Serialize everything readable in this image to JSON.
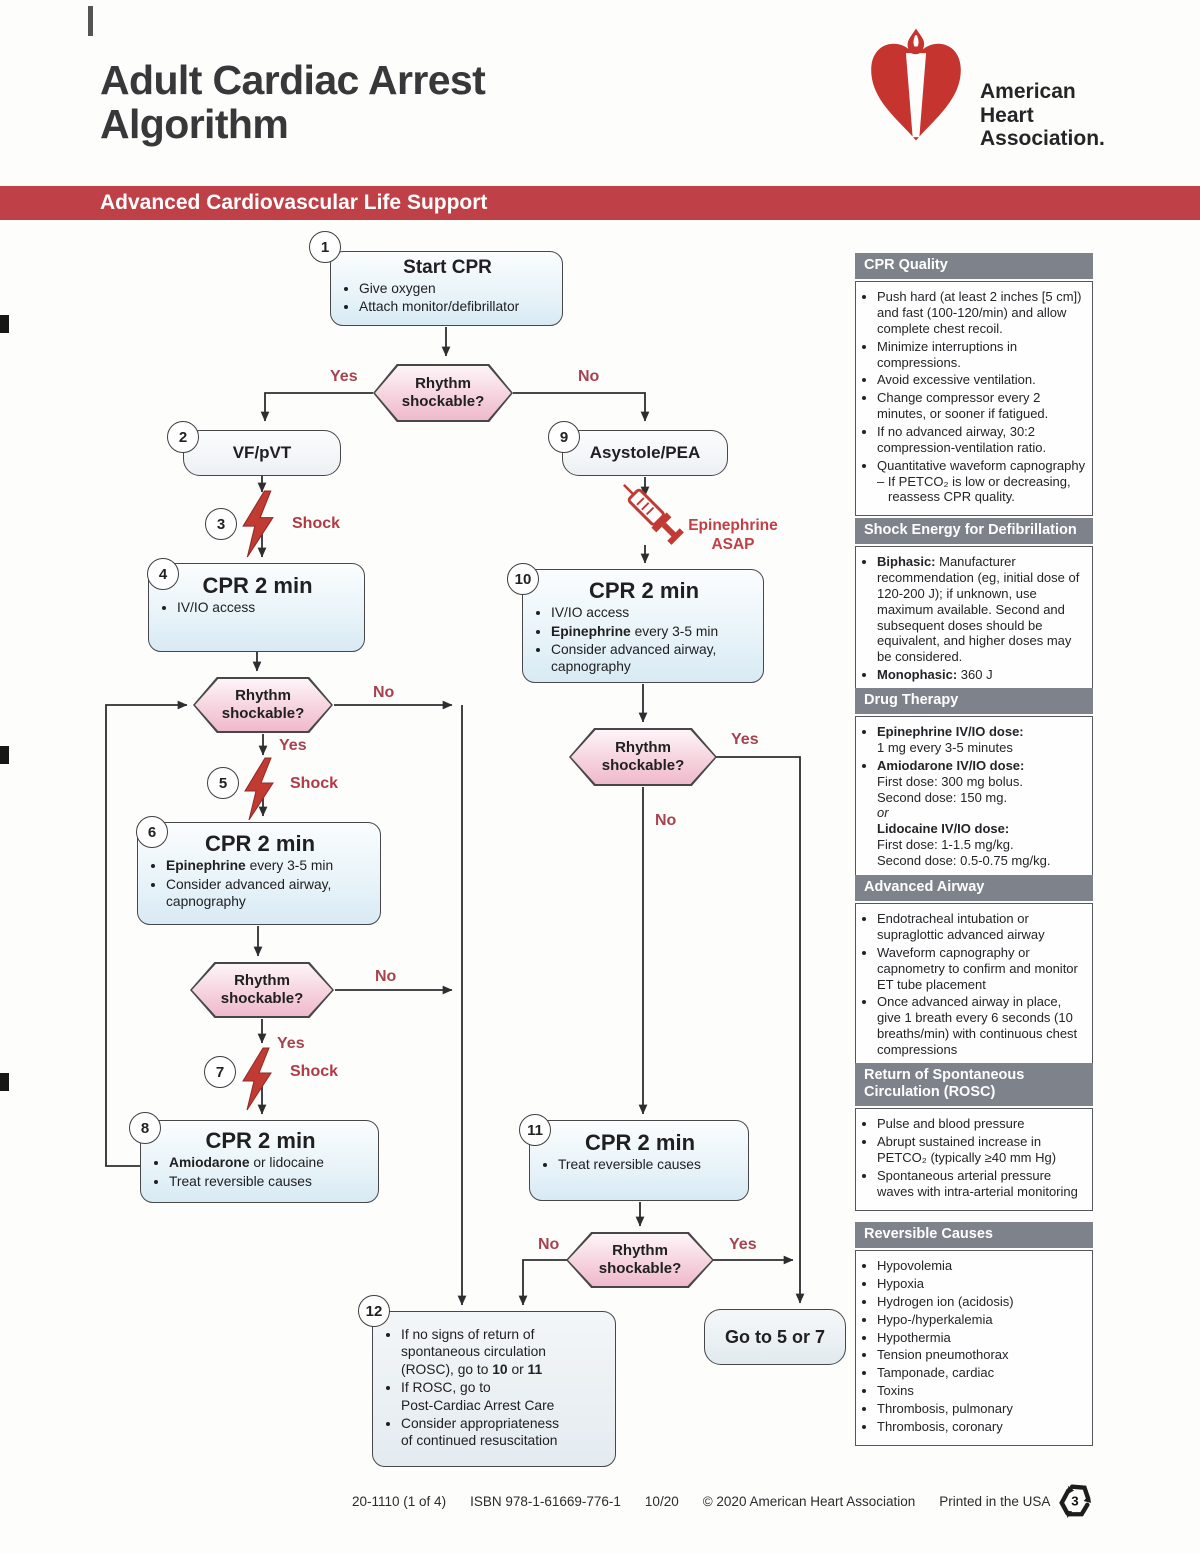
{
  "header": {
    "title": "Adult Cardiac Arrest\nAlgorithm",
    "logo_text": "American\nHeart\nAssociation.",
    "banner": "Advanced Cardiovascular Life Support"
  },
  "labels": {
    "yes": "Yes",
    "no": "No",
    "shock": "Shock",
    "rhythm_shockable": "Rhythm shockable?",
    "epinephrine_asap": "Epinephrine\nASAP"
  },
  "flow": {
    "box1": {
      "num": "1",
      "title": "Start CPR",
      "bullets": [
        "Give oxygen",
        "Attach monitor/defibrillator"
      ]
    },
    "box2": {
      "num": "2",
      "title": "VF/pVT"
    },
    "shock3": {
      "num": "3"
    },
    "box4": {
      "num": "4",
      "title": "CPR 2 min",
      "bullets": [
        "IV/IO access"
      ]
    },
    "shock5": {
      "num": "5"
    },
    "box6": {
      "num": "6",
      "title": "CPR 2 min",
      "bullets": [
        "**Epinephrine** every 3-5 min",
        "Consider advanced airway,\ncapnography"
      ]
    },
    "shock7": {
      "num": "7"
    },
    "box8": {
      "num": "8",
      "title": "CPR 2 min",
      "bullets": [
        "**Amiodarone** or lidocaine",
        "Treat reversible causes"
      ]
    },
    "box9": {
      "num": "9",
      "title": "Asystole/PEA"
    },
    "box10": {
      "num": "10",
      "title": "CPR 2 min",
      "bullets": [
        "IV/IO access",
        "**Epinephrine** every 3-5 min",
        "Consider advanced airway,\ncapnography"
      ]
    },
    "box11": {
      "num": "11",
      "title": "CPR 2 min",
      "bullets": [
        "Treat reversible causes"
      ]
    },
    "box12": {
      "num": "12",
      "bullets": [
        "If no signs of return of\nspontaneous circulation\n(ROSC), go to **10** or **11**",
        "If ROSC, go to\nPost-Cardiac Arrest Care",
        "Consider appropriateness\nof continued resuscitation"
      ]
    },
    "goto_box": "Go to 5 or 7"
  },
  "sidebar": {
    "sections": [
      {
        "title": "CPR Quality",
        "items": [
          "Push hard (at least 2 inches [5 cm]) and fast (100-120/min) and allow complete chest recoil.",
          "Minimize interruptions in compressions.",
          "Avoid excessive ventilation.",
          "Change compressor every 2 minutes, or sooner if fatigued.",
          "If no advanced airway, 30:2 compression-ventilation ratio.",
          "Quantitative waveform capnography",
          "--If PETCO₂ is low or decreasing, reassess CPR quality."
        ]
      },
      {
        "title": "Shock Energy for Defibrillation",
        "items": [
          "**Biphasic:** Manufacturer recommendation (eg, initial dose of 120-200 J); if unknown, use maximum available. Second and subsequent doses should be equivalent, and higher doses may be considered.",
          "**Monophasic:** 360 J"
        ]
      },
      {
        "title": "Drug Therapy",
        "items": [
          "**Epinephrine IV/IO dose:**\n1 mg every 3-5 minutes",
          "**Amiodarone IV/IO dose:**\nFirst dose: 300 mg bolus.\nSecond dose: 150 mg.\n*or*\n**Lidocaine IV/IO dose:**\nFirst dose: 1-1.5 mg/kg.\nSecond dose: 0.5-0.75 mg/kg."
        ]
      },
      {
        "title": "Advanced Airway",
        "items": [
          "Endotracheal intubation or supraglottic advanced airway",
          "Waveform capnography or capnometry to confirm and monitor ET tube placement",
          "Once advanced airway in place, give 1 breath every 6 seconds (10 breaths/min) with continuous chest compressions"
        ]
      },
      {
        "title": "Return of Spontaneous Circulation (ROSC)",
        "items": [
          "Pulse and blood pressure",
          "Abrupt sustained increase in PETCO₂ (typically ≥40 mm Hg)",
          "Spontaneous arterial pressure waves with intra-arterial monitoring"
        ]
      },
      {
        "title": "Reversible Causes",
        "items": [
          "Hypovolemia",
          "Hypoxia",
          "Hydrogen ion (acidosis)",
          "Hypo-/hyperkalemia",
          "Hypothermia",
          "Tension pneumothorax",
          "Tamponade, cardiac",
          "Toxins",
          "Thrombosis, pulmonary",
          "Thrombosis, coronary"
        ]
      }
    ]
  },
  "footer": {
    "items": [
      "20-1110 (1 of 4)",
      "ISBN 978-1-61669-776-1",
      "10/20",
      "© 2020 American Heart Association",
      "Printed in the USA"
    ],
    "recycle_number": "3"
  },
  "colors": {
    "banner_red": "#bf4147",
    "logo_red": "#c5342e",
    "shock_bolt_red": "#c13b33",
    "yes_no_label_red": "#a84250",
    "flow_box_fill": "#e3f0f7",
    "decision_fill": "#f0bfce",
    "sidebar_header_bg": "#7e838b",
    "line_color": "#2e2e31"
  }
}
